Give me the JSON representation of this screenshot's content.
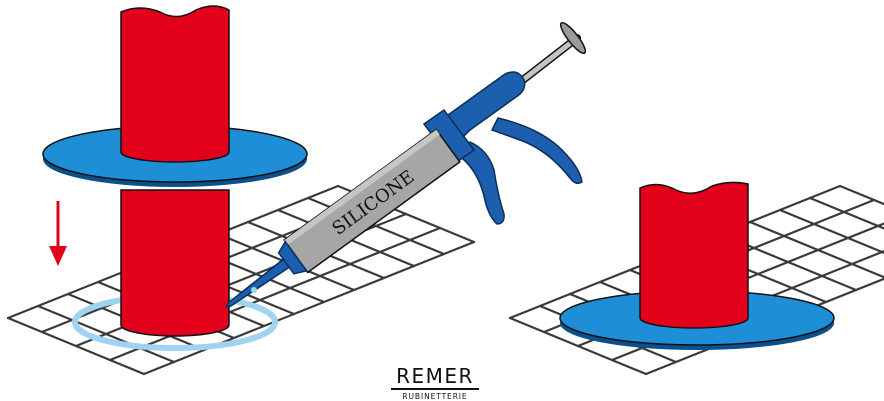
{
  "diagram": {
    "cartridge_label": "SILICONE",
    "brand": {
      "name": "REMER",
      "tagline": "RUBINETTERIE"
    },
    "colors": {
      "pipe": "#e2001a",
      "flange": "#1e8fd6",
      "flange_edge": "#0b4f8c",
      "sealant_ring": "#9ed4f2",
      "gun_body": "#1b5fae",
      "cartridge": "#a6a6a6",
      "plunger_rod": "#bdbdbd",
      "arrow": "#e2001a",
      "mesh": "#333333",
      "outline": "#111111"
    }
  }
}
